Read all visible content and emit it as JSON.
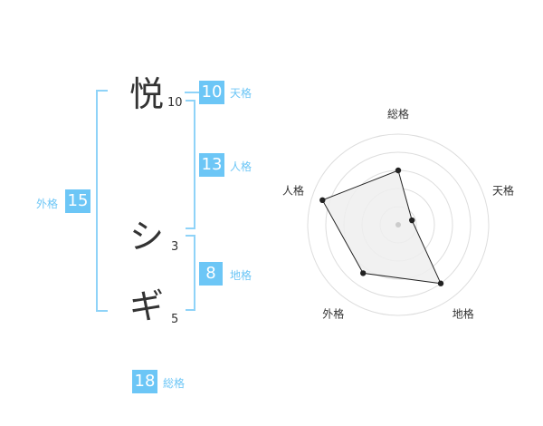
{
  "name": {
    "chars": [
      {
        "char": "悦",
        "strokes": "10"
      },
      {
        "char": "シ",
        "strokes": "3"
      },
      {
        "char": "ギ",
        "strokes": "5"
      }
    ]
  },
  "scores": {
    "tenkaku": {
      "value": "10",
      "label": "天格"
    },
    "jinkaku": {
      "value": "13",
      "label": "人格"
    },
    "chikaku": {
      "value": "8",
      "label": "地格"
    },
    "gaikaku": {
      "value": "15",
      "label": "外格"
    },
    "soukaku": {
      "value": "18",
      "label": "総格"
    }
  },
  "colors": {
    "accent": "#6cc6f6",
    "bracket": "#8fd3f8",
    "text": "#333333",
    "radar_fill": "#eeeeee",
    "radar_grid": "#dddddd",
    "radar_line": "#222222"
  },
  "chart_data": {
    "type": "radar",
    "axes": [
      "総格",
      "天格",
      "地格",
      "外格",
      "人格"
    ],
    "values": [
      3,
      0.8,
      4,
      3.3,
      4.4
    ],
    "max": 5,
    "rings": 5,
    "grid": true
  }
}
